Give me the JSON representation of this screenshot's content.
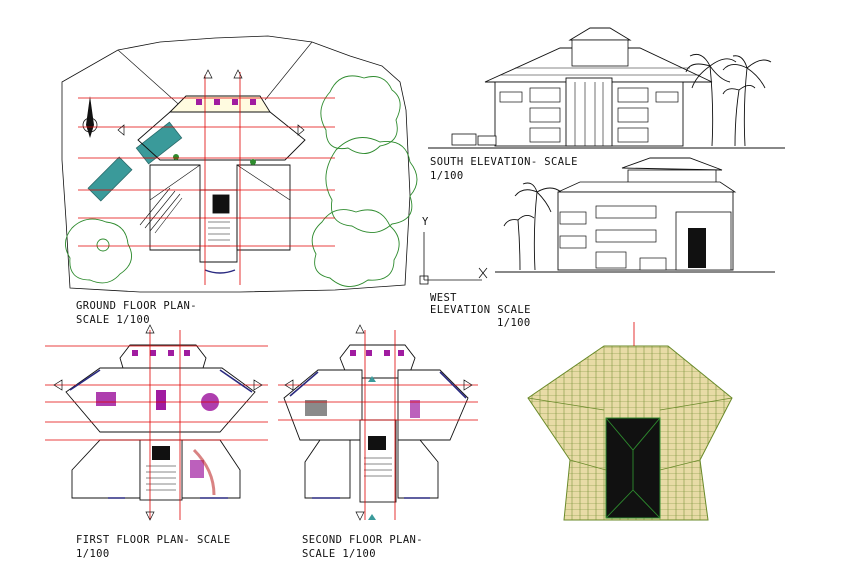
{
  "drawing": {
    "ground_floor": {
      "title": "GROUND FLOOR PLAN-",
      "scale": "SCALE 1/100"
    },
    "south_elevation": {
      "title": "SOUTH ELEVATION- SCALE",
      "scale": "1/100"
    },
    "west_elevation": {
      "title": "WEST",
      "title2": "ELEVATION  SCALE",
      "scale": "1/100"
    },
    "first_floor": {
      "title": "FIRST FLOOR PLAN- SCALE",
      "scale": "1/100"
    },
    "second_floor": {
      "title": "SECOND FLOOR PLAN-",
      "scale": "SCALE 1/100"
    },
    "axis_y": "Y",
    "axis_x": "X",
    "colors": {
      "line": "#111111",
      "grid_line": "#e00000",
      "wall": "#2a2a80",
      "furniture": "#a01ca0",
      "tree": "#2e8b2e",
      "roof_fill": "#e8dba6",
      "roof_line": "#6a8a2a",
      "car": "#3a9a9a"
    }
  }
}
